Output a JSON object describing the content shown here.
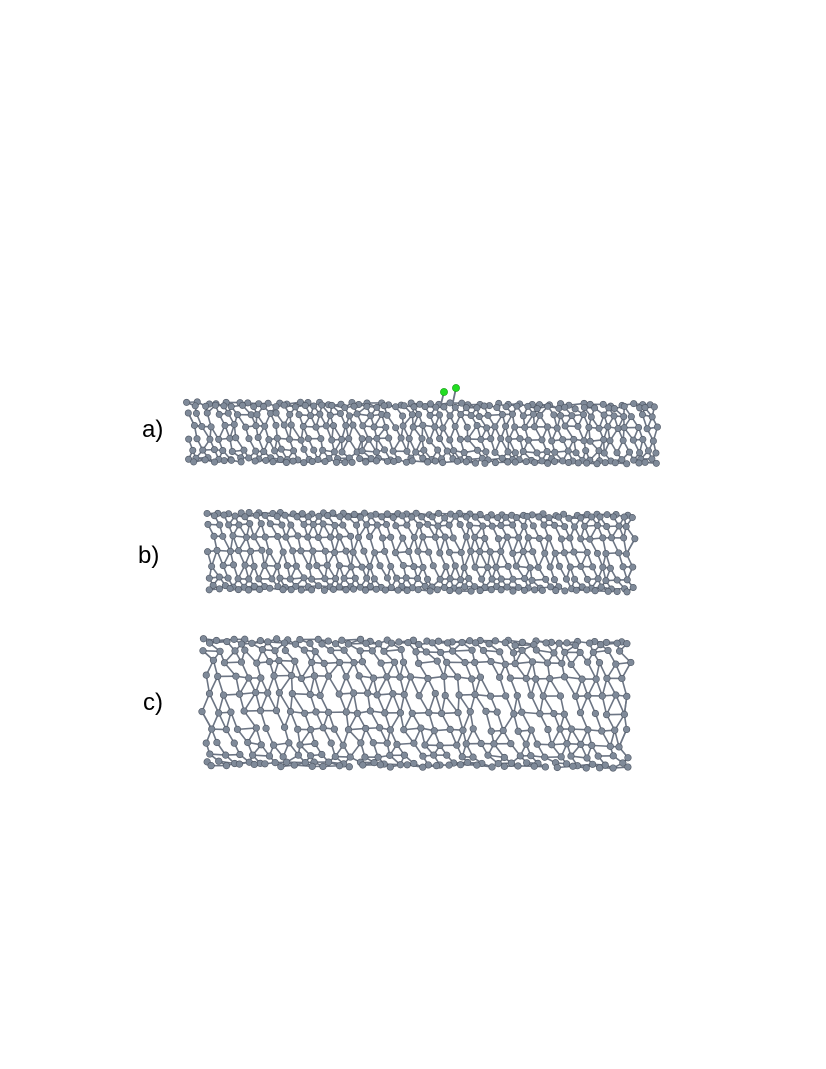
{
  "figure": {
    "panels": [
      {
        "label": "a)",
        "atom_color": "#7f8a99",
        "adsorbate": {
          "atom_count": 2,
          "color": "#22dd22"
        }
      },
      {
        "label": "b)",
        "atom_color": "#7f8a99"
      },
      {
        "label": "c)",
        "atom_color": "#7f8a99"
      }
    ],
    "bond_color": "#6c7584"
  }
}
